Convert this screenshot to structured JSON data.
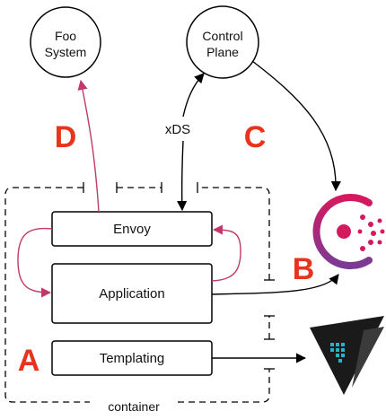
{
  "nodes": {
    "foo_system": [
      "Foo",
      "System"
    ],
    "control_plane": [
      "Control",
      "Plane"
    ],
    "envoy": "Envoy",
    "application": "Application",
    "templating": "Templating",
    "container": "container"
  },
  "edge_labels": {
    "xds": "xDS"
  },
  "markers": {
    "a": "A",
    "b": "B",
    "c": "C",
    "d": "D"
  },
  "icons": {
    "consul": "consul-logo-icon",
    "vault": "vault-logo-icon"
  },
  "colors": {
    "marker_red": "#e8341c",
    "pink_arrow": "#c2386a",
    "consul_magenta": "#d6185f",
    "consul_purple": "#8b3a8f",
    "vault_dark": "#1a1a1a",
    "vault_teal": "#2bb0c8",
    "outline": "#000000"
  }
}
